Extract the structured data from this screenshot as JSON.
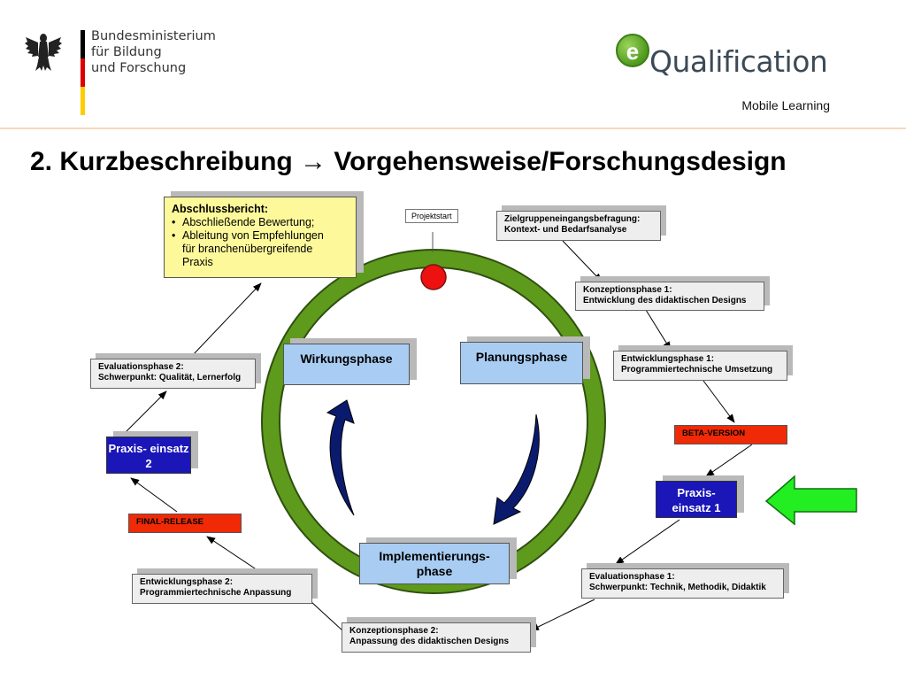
{
  "header": {
    "ministry_name": "Bundesministerium\nfür Bildung\nund Forschung",
    "brand_letter": "e",
    "brand_name": "Qualification",
    "brand_subtitle": "Mobile Learning"
  },
  "title": "2. Kurzbeschreibung → Vorgehensweise/Forschungsdesign",
  "colors": {
    "ring": "#5e9a1c",
    "start_dot": "#ee1111",
    "phase_box": "#a8ccf2",
    "praxis_box": "#1a16b8",
    "release_box": "#f02a06",
    "report_box": "#fdf99a",
    "arrow_green": "#22ee22",
    "cycle_arrow": "#0a1b6e"
  },
  "diagram": {
    "projektstart": "Projektstart",
    "phases": {
      "wirkung": "Wirkungsphase",
      "planung": "Planungsphase",
      "implementierung_1": "Implementierungs-",
      "implementierung_2": "phase"
    },
    "abschluss": {
      "heading": "Abschlussbericht:",
      "items": [
        "Abschließende Bewertung;",
        "Ableitung von Empfehlungen",
        "für branchenübergreifende",
        "Praxis"
      ]
    },
    "ziel": [
      "Zielgruppeneingangsbefragung:",
      "Kontext- und Bedarfsanalyse"
    ],
    "konzeption1": [
      "Konzeptionsphase 1:",
      "Entwicklung des didaktischen Designs"
    ],
    "entwicklung1": [
      "Entwicklungsphase 1:",
      "Programmiertechnische Umsetzung"
    ],
    "beta": "BETA-VERSION",
    "praxis1": [
      "Praxis-",
      "einsatz 1"
    ],
    "evaluation1": [
      "Evaluationsphase 1:",
      "Schwerpunkt: Technik, Methodik, Didaktik"
    ],
    "konzeption2": [
      "Konzeptionsphase 2:",
      "Anpassung des didaktischen Designs"
    ],
    "entwicklung2": [
      "Entwicklungsphase 2:",
      "Programmiertechnische Anpassung"
    ],
    "final": "FINAL-RELEASE",
    "praxis2": [
      "Praxis-",
      "einsatz 2"
    ],
    "evaluation2": [
      "Evaluationsphase 2:",
      "Schwerpunkt: Qualität, Lernerfolg"
    ]
  }
}
